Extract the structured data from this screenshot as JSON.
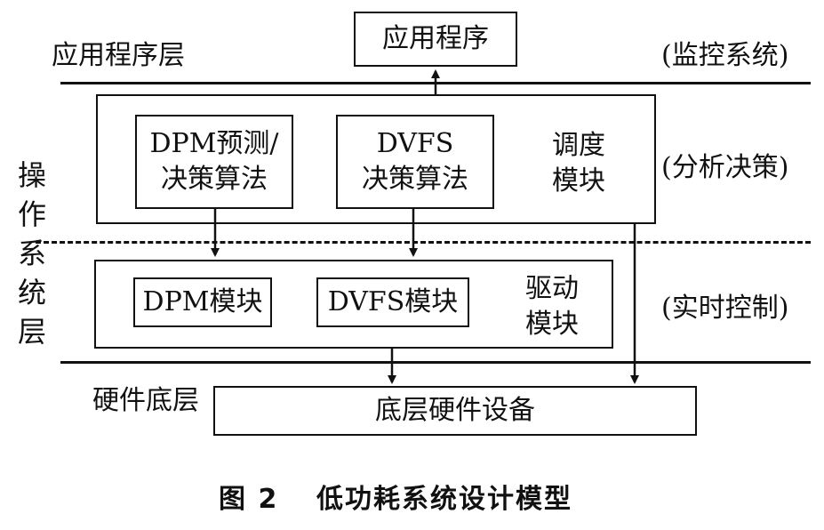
{
  "layers": {
    "app_layer": "应用程序层",
    "os_layer": "操\n作\n系\n统\n层",
    "hw_layer": "硬件底层"
  },
  "right_labels": {
    "monitor": "(监控系统)",
    "analysis": "(分析决策)",
    "realtime": "(实时控制)"
  },
  "boxes": {
    "app": "应用程序",
    "dpm_algo": "DPM预测/\n决策算法",
    "dvfs_algo": "DVFS\n决策算法",
    "scheduler": "调度\n模块",
    "dpm_module": "DPM模块",
    "dvfs_module": "DVFS模块",
    "driver": "驱动\n模块",
    "hardware": "底层硬件设备"
  },
  "caption": {
    "figure_number": "图 2",
    "title": "低功耗系统设计模型"
  }
}
